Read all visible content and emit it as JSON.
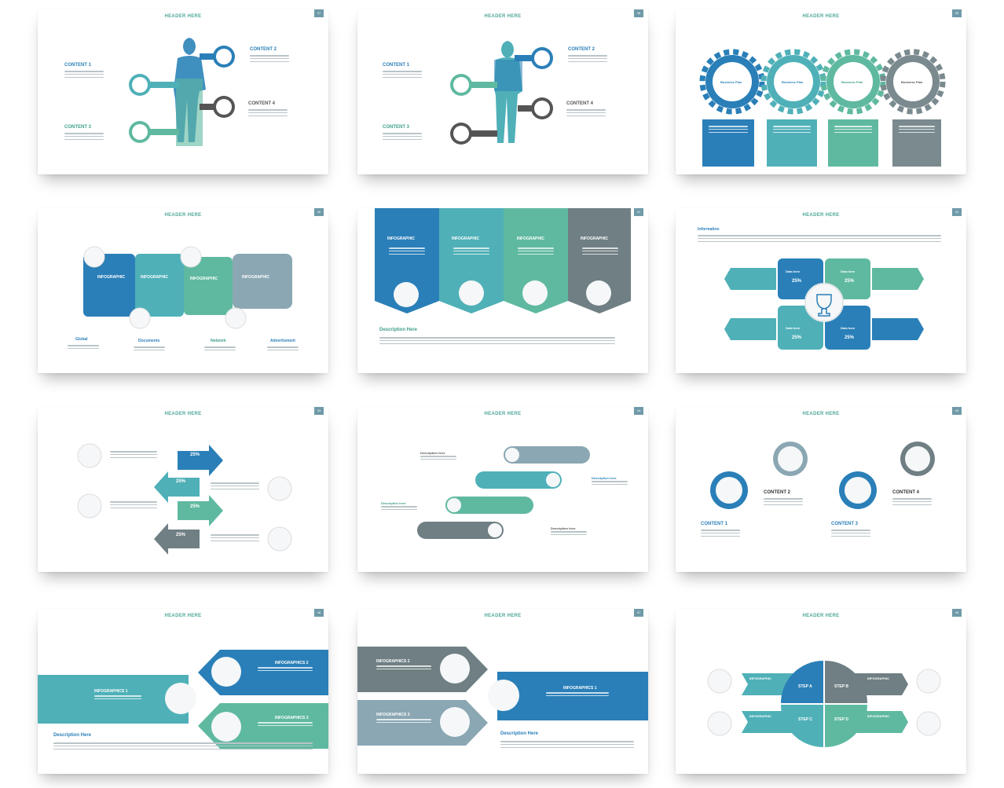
{
  "colors": {
    "blue": "#2a7fb8",
    "teal": "#4fb0b8",
    "green": "#5fb9a0",
    "gray": "#7a8a8e",
    "header": "#4fa89a"
  },
  "header": {
    "title": "HEADER HERE"
  },
  "pages": [
    "37",
    "38",
    "39",
    "40",
    "41",
    "42",
    "43",
    "44",
    "45",
    "46",
    "47",
    "48"
  ],
  "labels": {
    "content": [
      "CONTENT 1",
      "CONTENT 2",
      "CONTENT 3",
      "CONTENT 4"
    ],
    "infographic": "INFOGRAPHIC",
    "infographics": [
      "INFOGRAPHICS 1",
      "INFOGRAPHICS 2",
      "INFOGRAPHICS 3"
    ],
    "description": "Description Here",
    "description_item": "Description here",
    "information": "Information",
    "data_here": "Data here",
    "percent": "25%",
    "steps": [
      "STEP A",
      "STEP B",
      "STEP C",
      "STEP D"
    ],
    "footer4": [
      "Global",
      "Documents",
      "Network",
      "Advertisment"
    ],
    "business": "Business Plan"
  }
}
